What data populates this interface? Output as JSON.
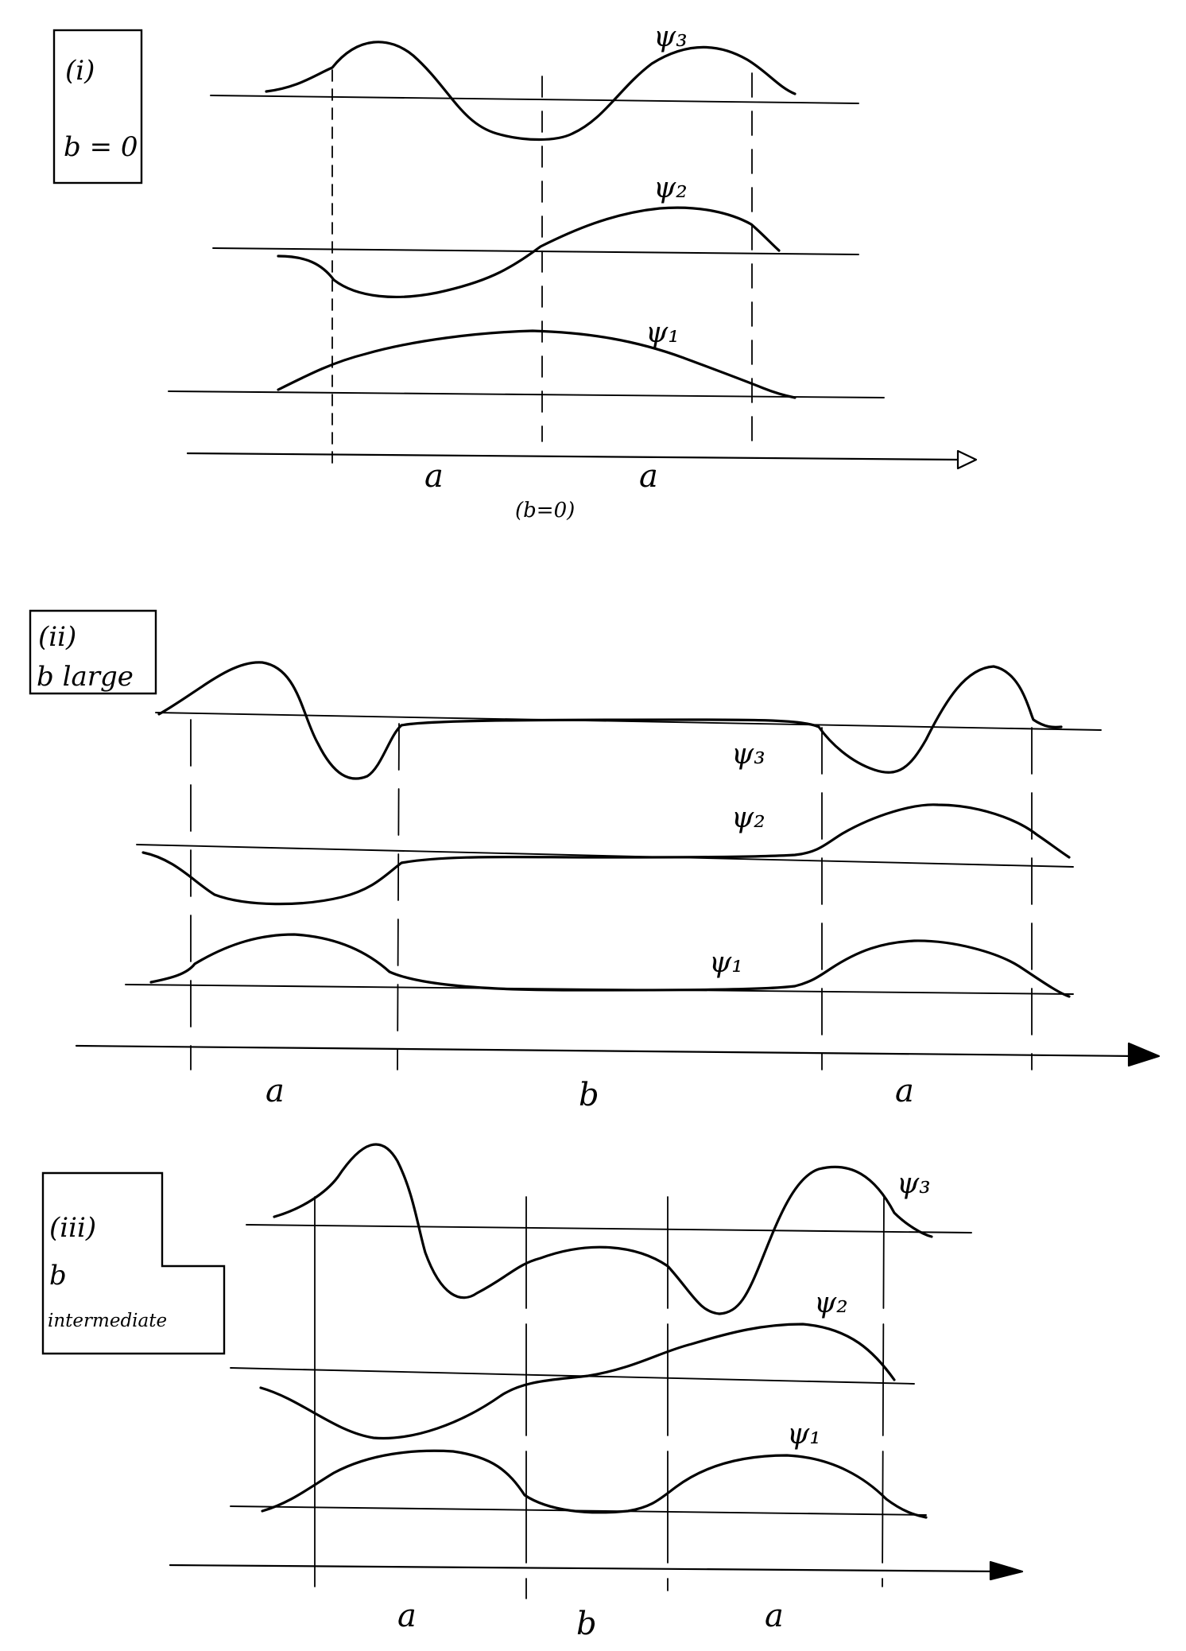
{
  "panels": [
    {
      "id": "i",
      "box_line1": "(i)",
      "box_line2": "b = 0",
      "curves": {
        "psi3": "ψ₃",
        "psi2": "ψ₂",
        "psi1": "ψ₁"
      },
      "segments": [
        "a",
        "a"
      ],
      "caption": "(b=0)"
    },
    {
      "id": "ii",
      "box_line1": "(ii)",
      "box_line2": "b large",
      "curves": {
        "psi3": "ψ₃",
        "psi2": "ψ₂",
        "psi1": "ψ₁"
      },
      "segments": [
        "a",
        "b",
        "a"
      ]
    },
    {
      "id": "iii",
      "box_line1": "(iii)",
      "box_line2": "b",
      "box_line3": "intermediate",
      "curves": {
        "psi3": "ψ₃",
        "psi2": "ψ₂",
        "psi1": "ψ₁"
      },
      "segments": [
        "a",
        "b",
        "a"
      ]
    }
  ]
}
